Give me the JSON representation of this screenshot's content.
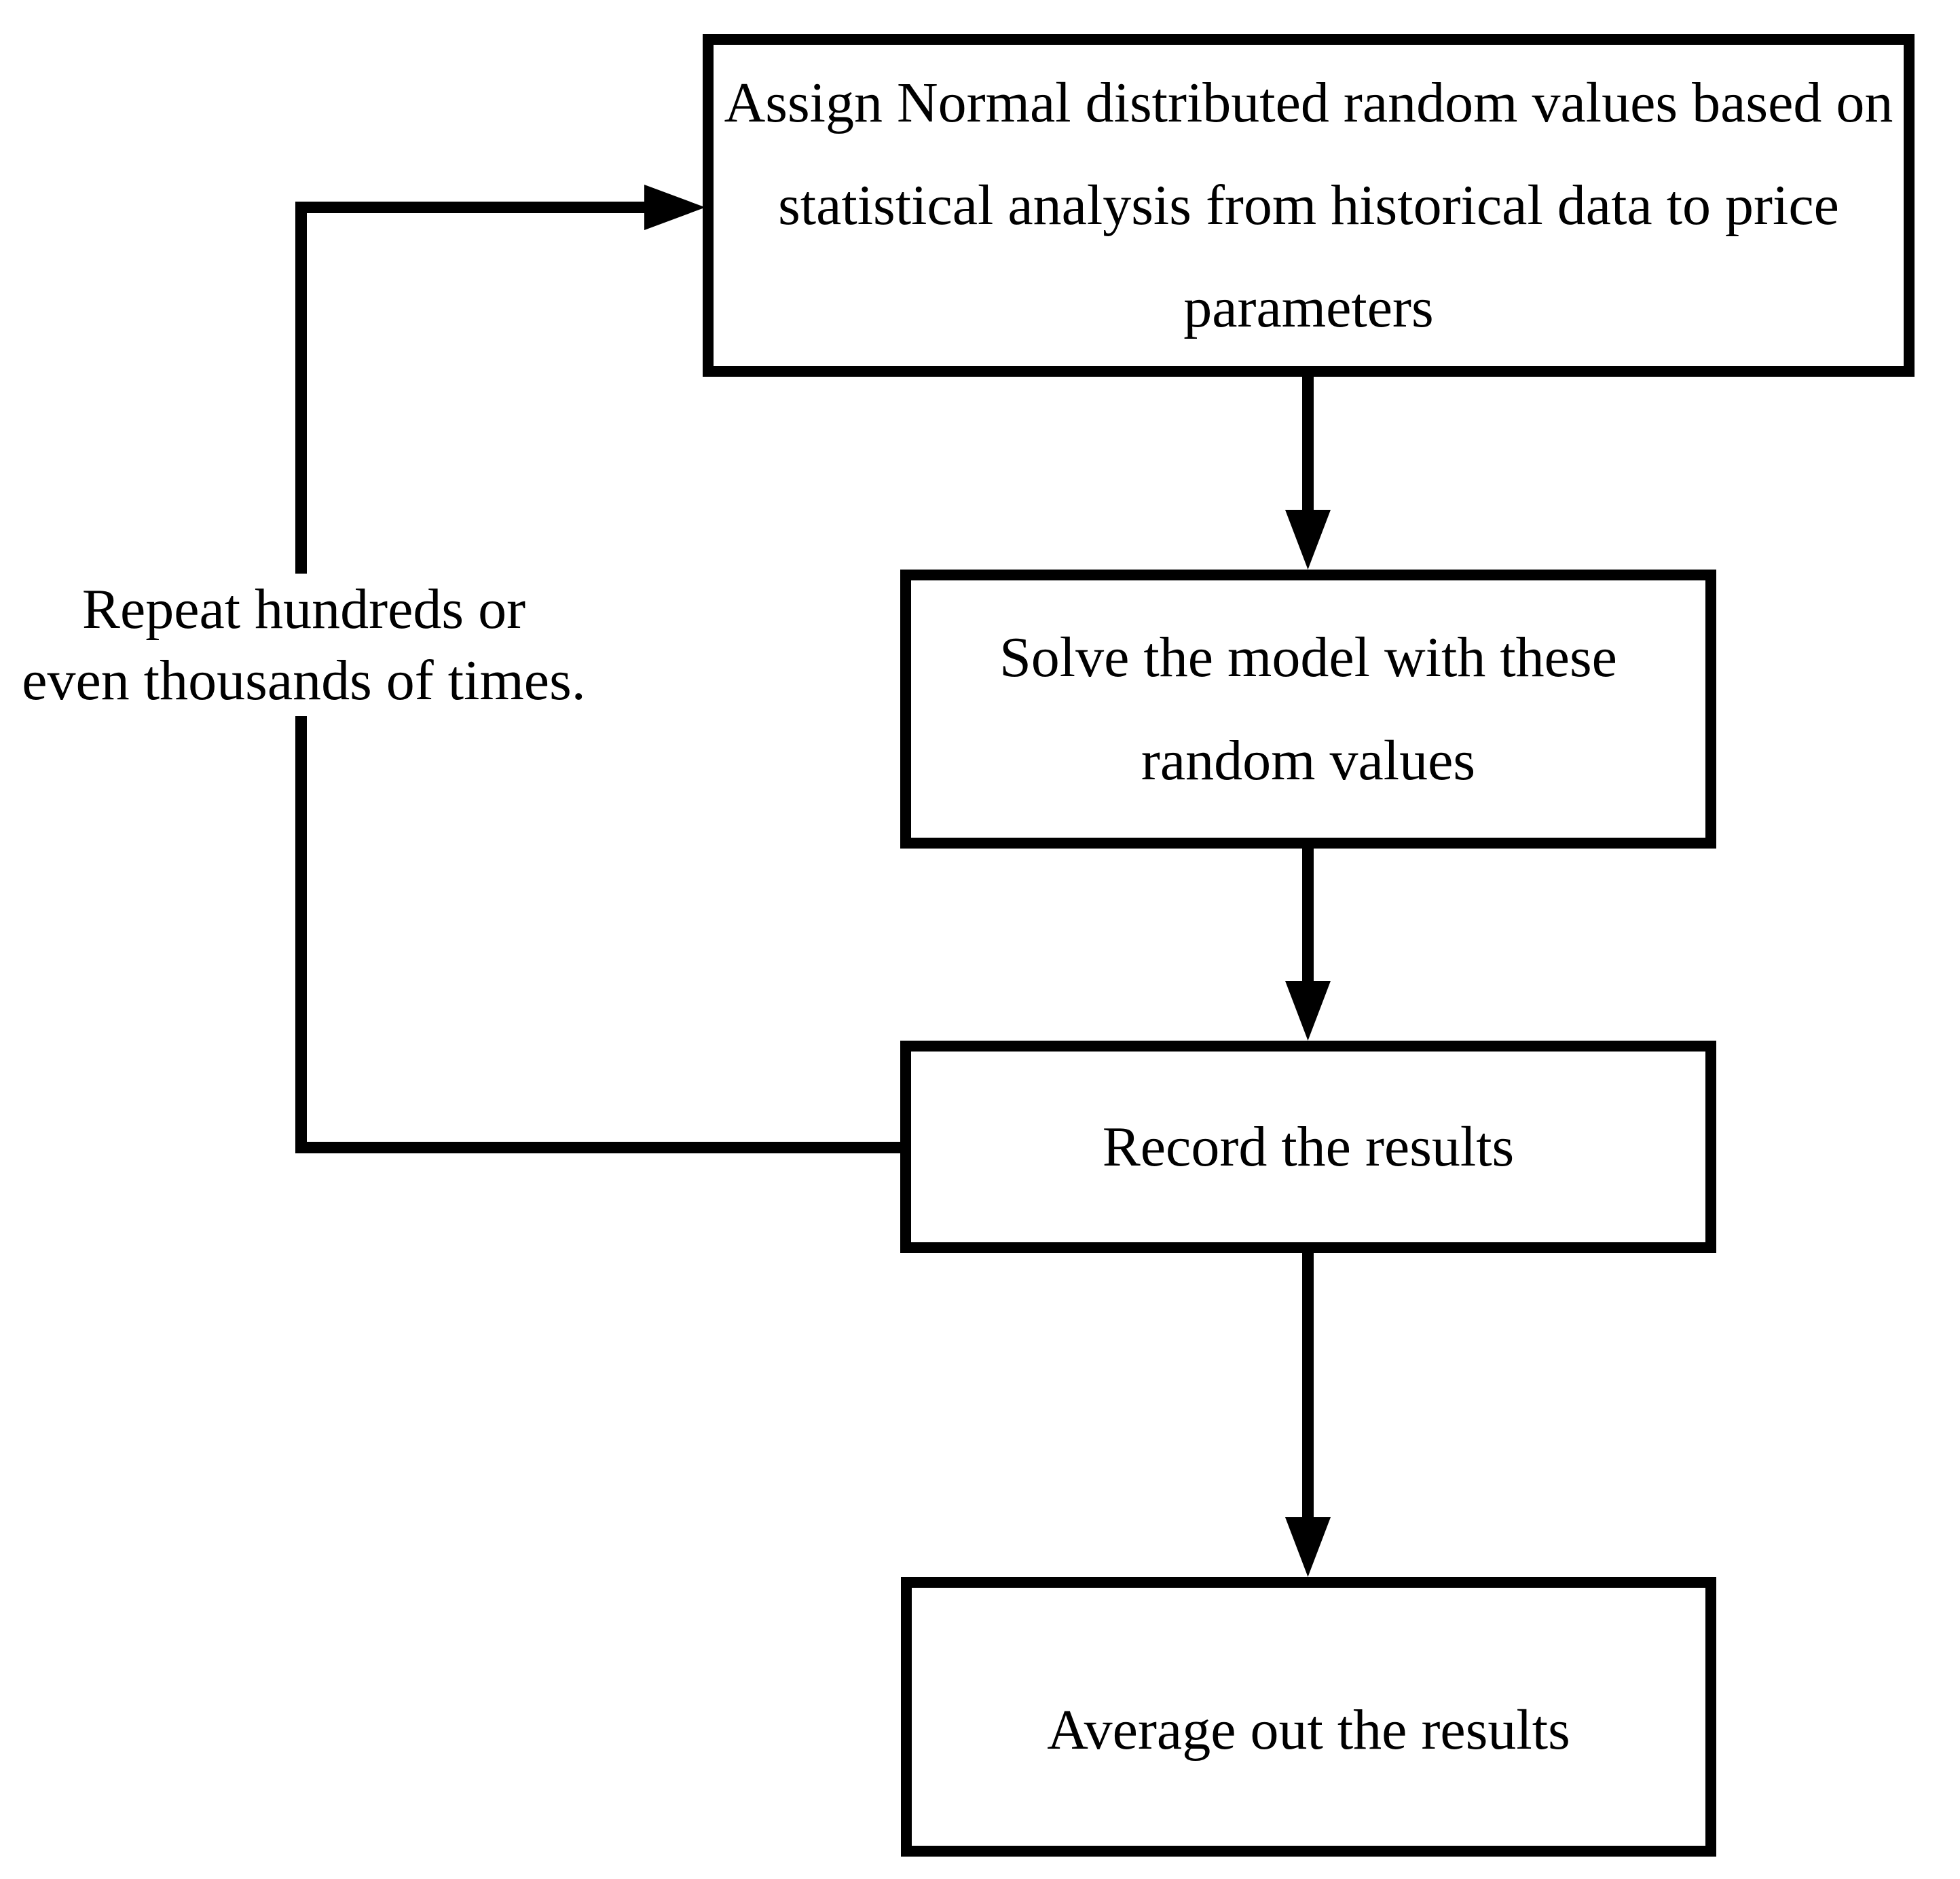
{
  "diagram": {
    "title_implicit": "",
    "boxes": [
      {
        "id": "assign",
        "lines": [
          "Assign Normal distributed random values based on",
          "statistical analysis from historical data to price",
          "parameters"
        ]
      },
      {
        "id": "solve",
        "lines": [
          "Solve the model with these",
          "random values"
        ]
      },
      {
        "id": "record",
        "lines": [
          "Record the results"
        ]
      },
      {
        "id": "average",
        "lines": [
          "Average out the results"
        ]
      }
    ],
    "loop_label": {
      "lines": [
        "Repeat hundreds or",
        "even thousands of times."
      ]
    },
    "colors": {
      "stroke": "#000000",
      "background": "#ffffff"
    }
  }
}
